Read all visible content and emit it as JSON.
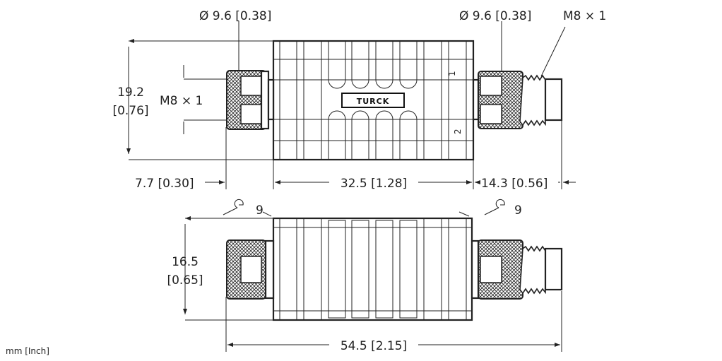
{
  "top_view": {
    "dia_left": "Ø 9.6 [0.38]",
    "dia_right": "Ø 9.6 [0.38]",
    "thread_right": "M8 × 1",
    "thread_left": "M8 × 1",
    "height_mm": "19.2",
    "height_in": "[0.76]",
    "len_left": "7.7 [0.30]",
    "len_body": "32.5 [1.28]",
    "len_right": "14.3 [0.56]",
    "port1": "1",
    "port2": "2",
    "logo": "TURCK"
  },
  "bottom_view": {
    "wrench_left": "9",
    "wrench_right": "9",
    "height_mm": "16.5",
    "height_in": "[0.65]",
    "total_len": "54.5 [2.15]"
  },
  "units": "mm [Inch]"
}
